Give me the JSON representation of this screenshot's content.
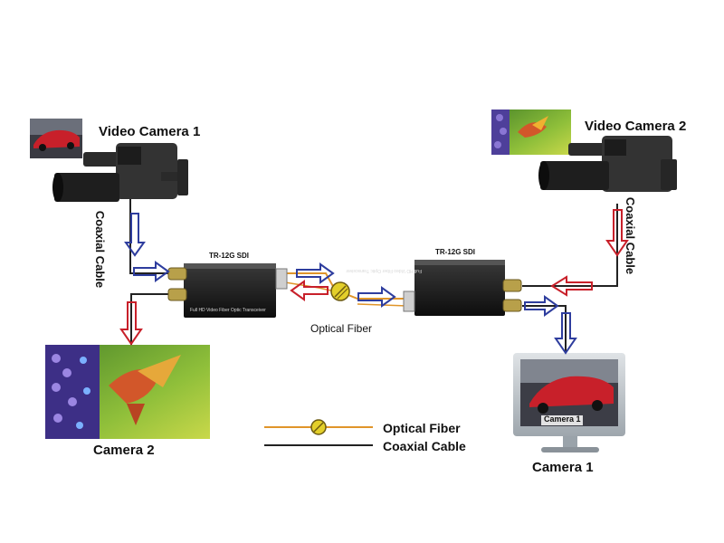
{
  "cameras": {
    "camera1_title": "Video Camera 1",
    "camera2_title": "Video Camera 2"
  },
  "cable_labels": {
    "left": "Coaxial Cable",
    "right": "Coaxial Cable",
    "optical_fiber": "Optical Fiber"
  },
  "devices": {
    "left_model": "TR-12G SDI",
    "right_model": "TR-12G SDI",
    "left_face": "Full HD Video Fiber Optic Transceiver",
    "right_face": "Full HD Video Fiber Optic Transceiver"
  },
  "displays": {
    "left_caption": "Camera 2",
    "right_caption": "Camera 1",
    "monitor_screen_label": "Camera 1"
  },
  "legend": {
    "optical_fiber": "Optical Fiber",
    "coaxial_cable": "Coaxial Cable"
  },
  "colors": {
    "blue_arrow": "#2e3d9e",
    "red_arrow": "#c8202a",
    "fiber": "#e0952a",
    "coax": "#222222",
    "connector": "#e3cf2a"
  }
}
